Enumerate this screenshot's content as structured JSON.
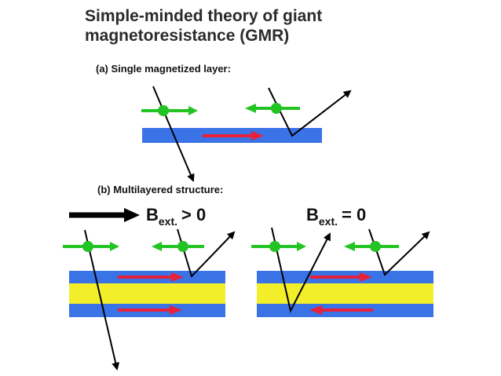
{
  "title": {
    "line1": "Simple-minded theory of giant",
    "line2": "magnetoresistance (GMR)"
  },
  "section_a": {
    "label": "(a)  Single magnetized layer:"
  },
  "section_b": {
    "label": "(b)  Multilayered structure:"
  },
  "field_labels": {
    "left": {
      "symbol": "B",
      "subscript": "ext.",
      "relation": "> 0"
    },
    "right": {
      "symbol": "B",
      "subscript": "ext.",
      "relation": "= 0"
    }
  },
  "colors": {
    "magnetic_layer": "#3a73e6",
    "spacer_layer": "#f2ee2a",
    "magnetization_arrow": "#e8203a",
    "electron_spin": "#22c322",
    "electron_path": "#000000",
    "text": "#2b2b2b"
  },
  "icons": {
    "spin": "double-headed-arrow-with-dot",
    "field_arrow": "right-arrow"
  }
}
